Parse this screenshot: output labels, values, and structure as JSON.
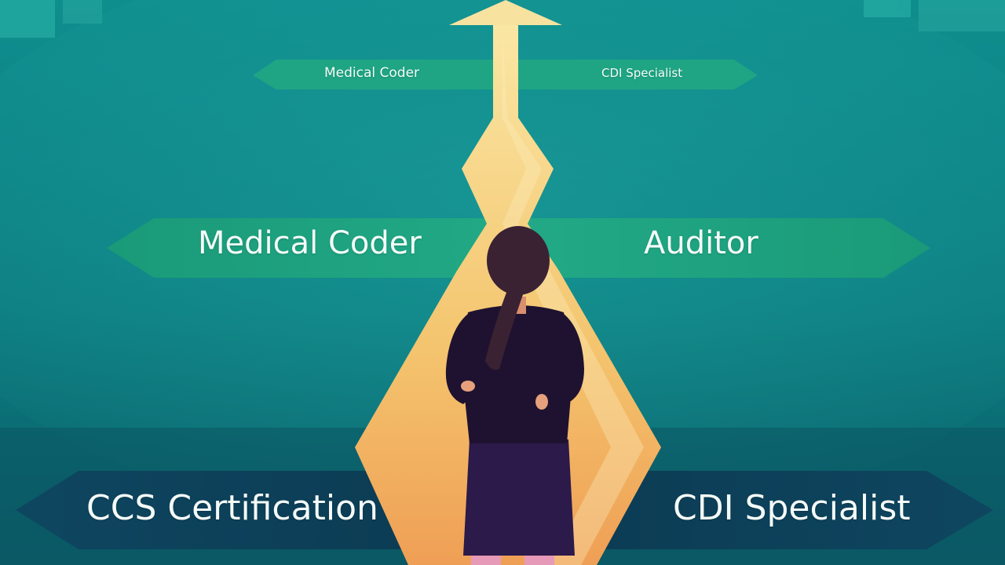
{
  "colors": {
    "background_top": "#0f8a8a",
    "background_bottom": "#0b5f6a",
    "path_yellow": "#f6d27a",
    "path_orange": "#f0a85a",
    "arrow_green": "#1f9e7c",
    "arrow_dark": "#0d3f56",
    "figure_suit": "#2a1a3a",
    "figure_hair": "#3b2230"
  },
  "signs": {
    "top_left": "Medical Coder",
    "top_right": "CDI Specialist",
    "mid_left": "Medical Coder",
    "mid_right": "Auditor",
    "bottom_left": "CCS Certification",
    "bottom_right": "CDI Specialist"
  }
}
